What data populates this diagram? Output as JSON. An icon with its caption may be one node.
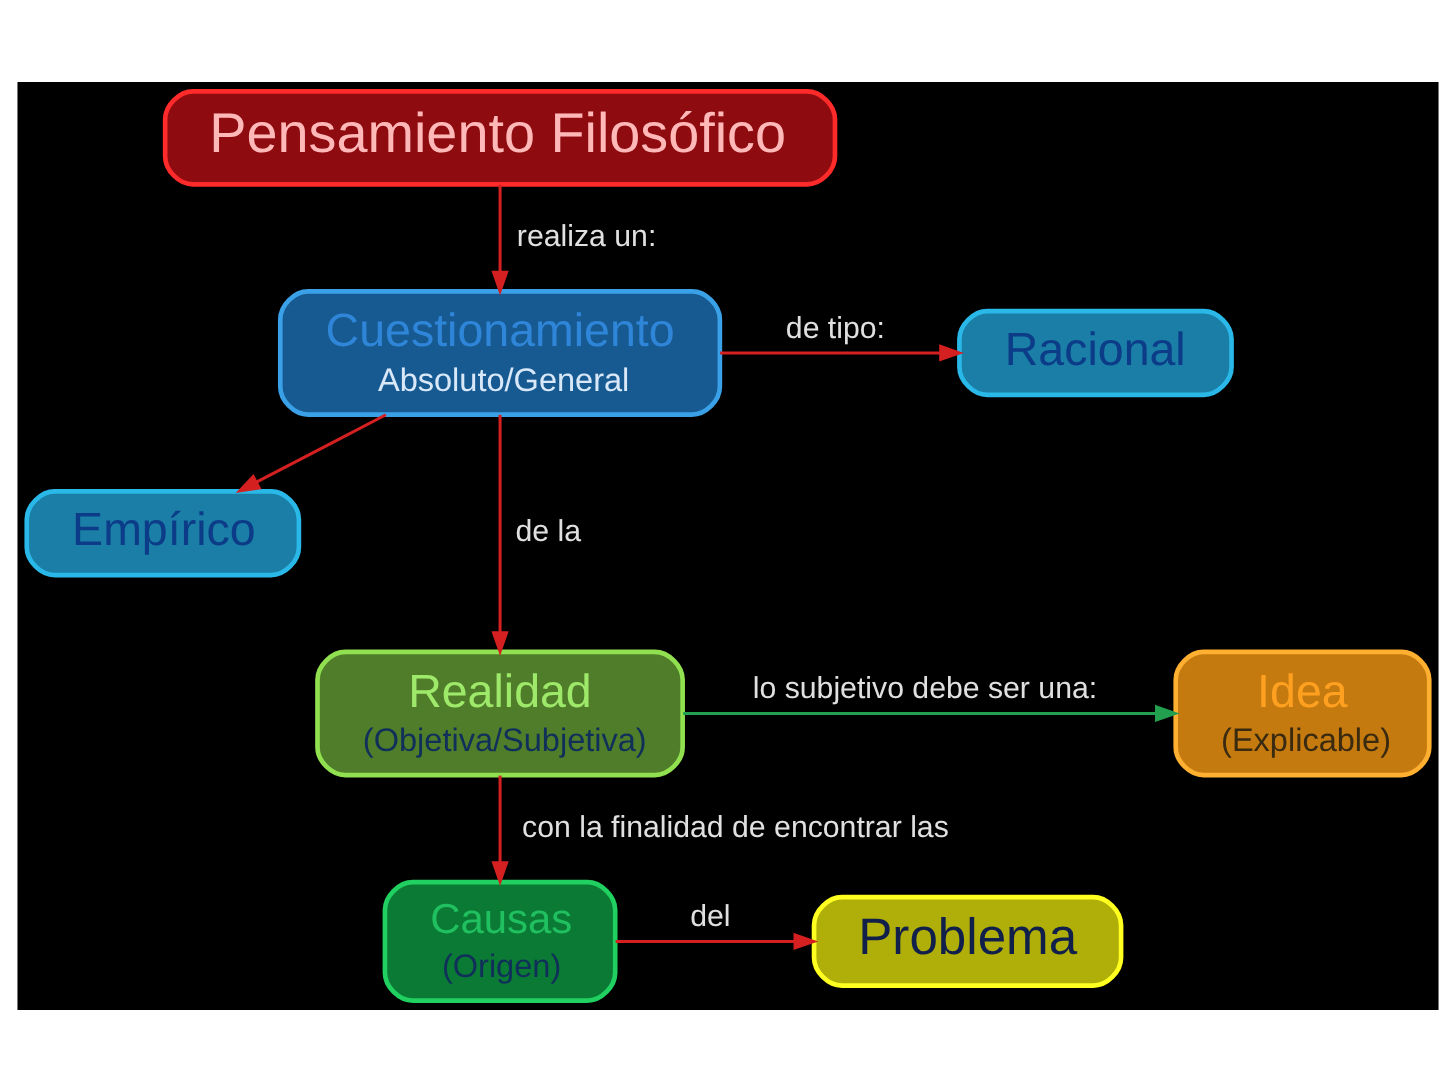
{
  "diagram": {
    "nodes": [
      {
        "text": [
          "Pensamiento Filosófico"
        ]
      },
      {
        "text": [
          "Cuestionamiento",
          "Absoluto/General"
        ]
      },
      {
        "text": [
          "Racional"
        ]
      },
      {
        "text": [
          "Empírico"
        ]
      },
      {
        "text": [
          "Realidad",
          "(Objetiva/Subjetiva)"
        ]
      },
      {
        "text": [
          "Idea",
          "(Explicable)"
        ]
      },
      {
        "text": [
          "Causas",
          "(Origen)"
        ]
      },
      {
        "text": [
          "Problema"
        ]
      }
    ],
    "edges": [
      {
        "from": 0,
        "to": 1,
        "arrow": "to",
        "label": "realiza un:"
      },
      {
        "from": 1,
        "to": 2,
        "arrow": "to",
        "label": "de tipo:"
      },
      {
        "from": 1,
        "to": 3,
        "arrow": "to"
      },
      {
        "from": 1,
        "to": 4,
        "arrow": "to",
        "label": "de la"
      },
      {
        "from": 4,
        "to": 5,
        "arrow": "to",
        "label": "lo subjetivo debe ser una:",
        "color": "#22a050"
      },
      {
        "from": 4,
        "to": 6,
        "arrow": "to",
        "label": "con la finalidad de encontrar las"
      },
      {
        "from": 6,
        "to": 7,
        "arrow": "to",
        "label": "del"
      }
    ]
  }
}
